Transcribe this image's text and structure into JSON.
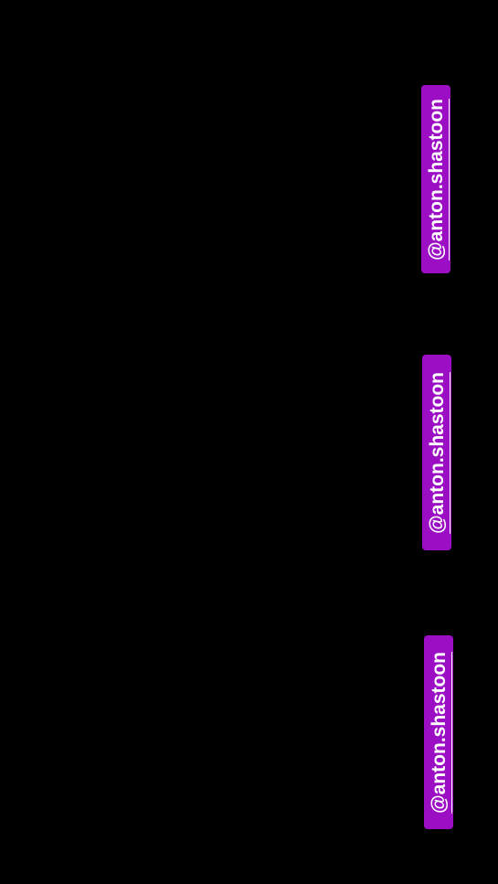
{
  "background_color": "#000000",
  "tag_color": "#9b0ec4",
  "tag_text_color": "#ffffff",
  "mentions": [
    {
      "label": "@anton.shastoon"
    },
    {
      "label": "@anton.shastoon"
    },
    {
      "label": "@anton.shastoon"
    }
  ]
}
